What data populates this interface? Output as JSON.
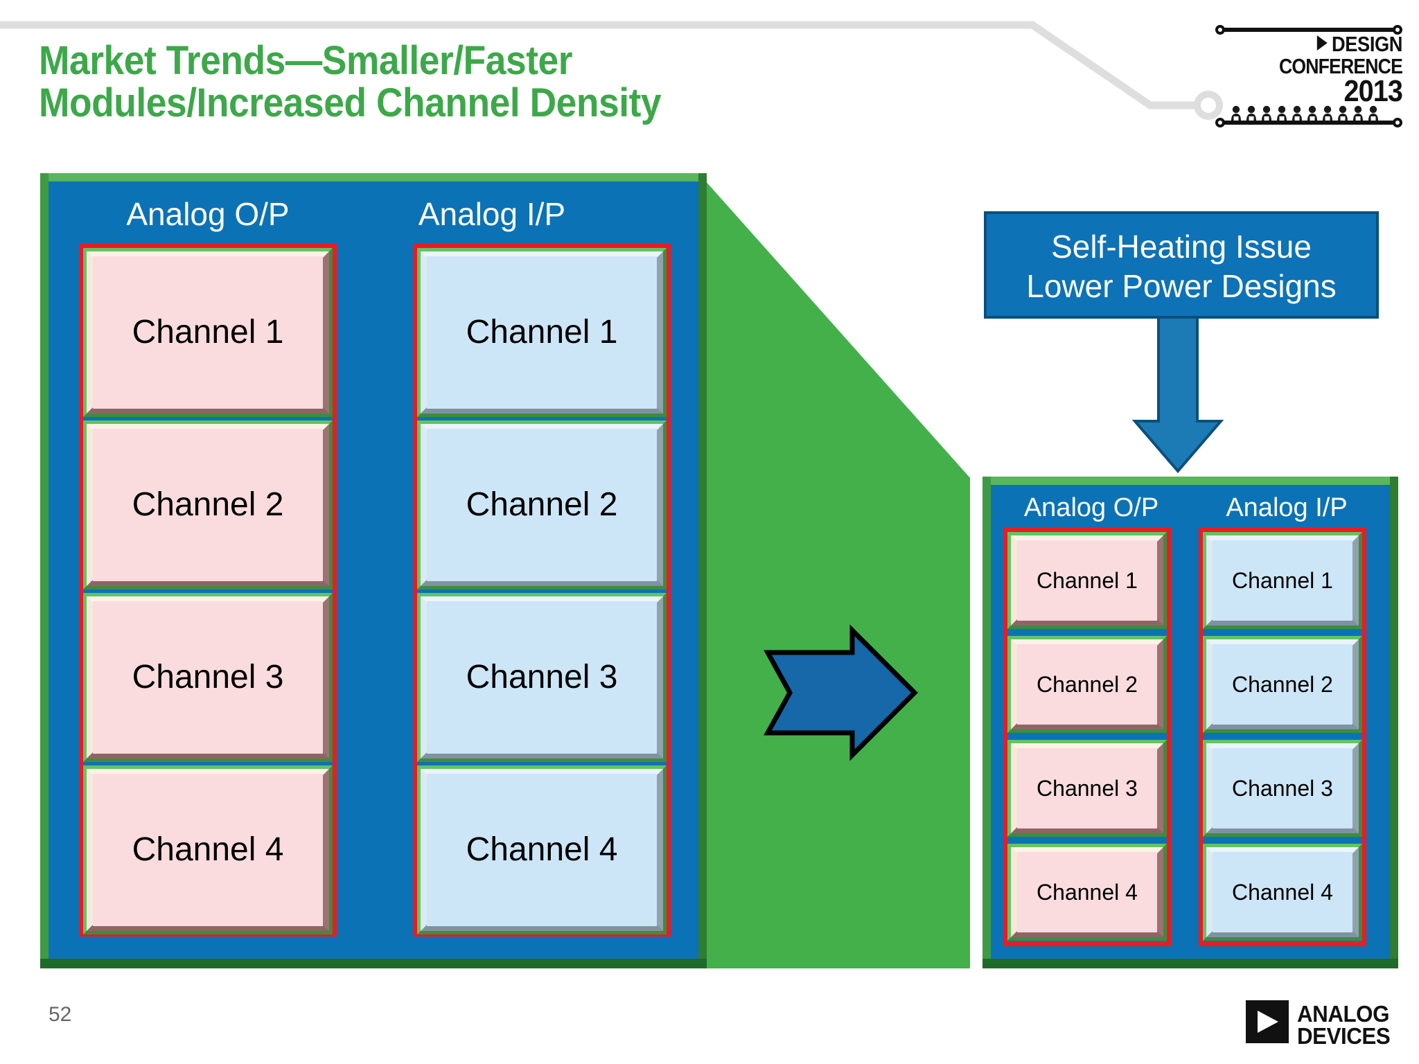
{
  "slide": {
    "title": "Market Trends—Smaller/Faster\nModules/Increased Channel Density",
    "page_number": "52",
    "title_color": "#3DA84A"
  },
  "conference_logo": {
    "line1": "DESIGN",
    "line2": "CONFERENCE",
    "year": "2013",
    "triangle": "play-triangle"
  },
  "left_module": {
    "columns": [
      {
        "label": "Analog O/P",
        "kind": "pink",
        "channels": [
          "Channel 1",
          "Channel 2",
          "Channel 3",
          "Channel 4"
        ]
      },
      {
        "label": "Analog I/P",
        "kind": "blue",
        "channels": [
          "Channel 1",
          "Channel 2",
          "Channel 3",
          "Channel 4"
        ]
      }
    ]
  },
  "right_module": {
    "columns": [
      {
        "label": "Analog O/P",
        "kind": "pink",
        "channels": [
          "Channel 1",
          "Channel 2",
          "Channel 3",
          "Channel 4"
        ]
      },
      {
        "label": "Analog I/P",
        "kind": "blue",
        "channels": [
          "Channel 1",
          "Channel 2",
          "Channel 3",
          "Channel 4"
        ]
      }
    ]
  },
  "callout": {
    "line1": "Self-Heating Issue",
    "line2": "Lower Power Designs"
  },
  "brand": {
    "line1": "ANALOG",
    "line2": "DEVICES"
  },
  "colors": {
    "green_accent": "#3DA84A",
    "panel_blue": "#0C72B6",
    "frame_green": "#5BB55B",
    "group_red": "#F1181F",
    "chip_pink": "#FADCDE",
    "chip_blue": "#CCE6F7",
    "shape_green": "#43B04A",
    "arrow_blue": "#1668A8"
  }
}
